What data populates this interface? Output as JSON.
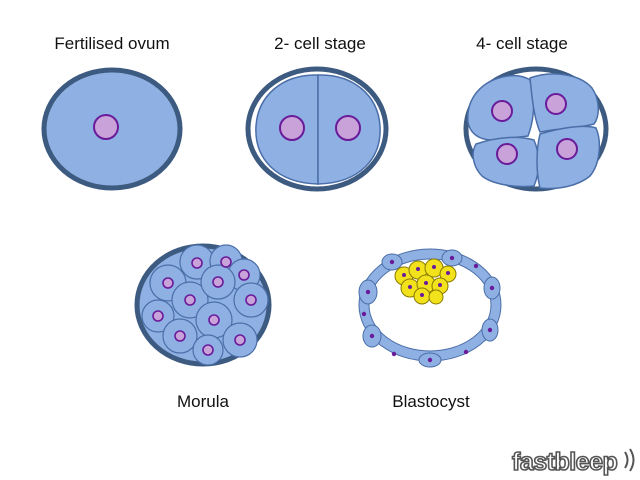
{
  "stages": {
    "fertilised_ovum": {
      "label": "Fertilised ovum"
    },
    "two_cell": {
      "label": "2- cell stage"
    },
    "four_cell": {
      "label": "4- cell stage"
    },
    "morula": {
      "label": "Morula"
    },
    "blastocyst": {
      "label": "Blastocyst"
    }
  },
  "logo": {
    "text": "fastbleep"
  },
  "colors": {
    "zona_outline": "#3d5a80",
    "cell_fill": "#8fb0e3",
    "cell_stroke": "#4a6ea8",
    "nucleus_fill": "#c8a2d8",
    "nucleus_stroke": "#6a1b9a",
    "inner_cell_mass": "#f2e21c",
    "trophoblast_nucleus": "#6a1b9a"
  }
}
